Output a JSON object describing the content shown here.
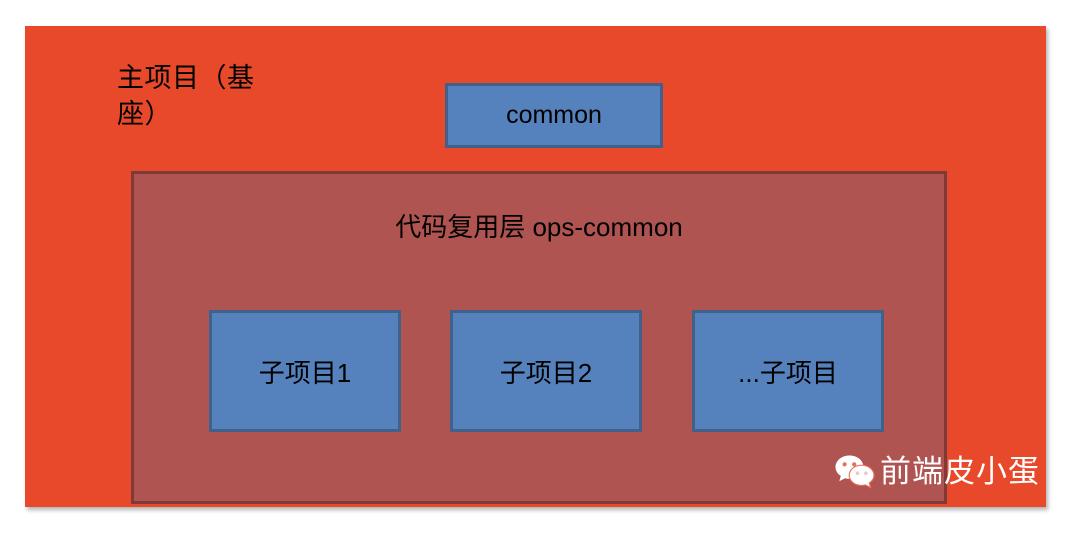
{
  "diagram": {
    "main_container": {
      "title": "主项目（基\n座）",
      "color": "#E8492B"
    },
    "common_box": {
      "label": "common",
      "fill": "#5582BD",
      "border": "#40618C"
    },
    "reuse_layer": {
      "title": "代码复用层 ops-common",
      "fill": "#AF5450",
      "border": "#7D3A38",
      "subprojects": [
        {
          "label": "子项目1"
        },
        {
          "label": "子项目2"
        },
        {
          "label": "...子项目"
        }
      ]
    },
    "watermark": {
      "text": "前端皮小蛋",
      "icon": "wechat-icon",
      "color": "#ffffff"
    }
  }
}
